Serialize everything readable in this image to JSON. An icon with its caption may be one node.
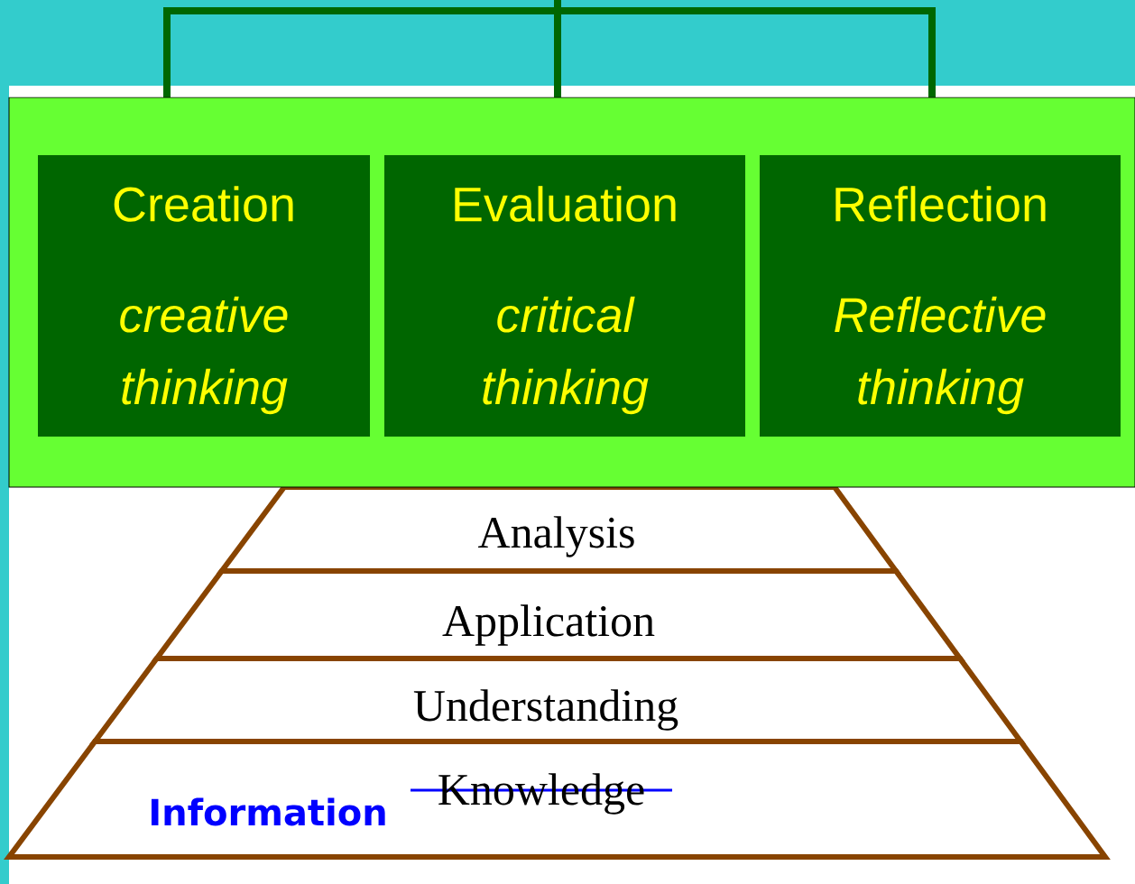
{
  "diagram": {
    "nodes": [
      {
        "text": [],
        "shape": "box"
      },
      {
        "text": [
          "Creation",
          "creative thinking"
        ],
        "in": 0
      },
      {
        "text": [
          "Evaluation",
          "critical thinking"
        ],
        "in": 0
      },
      {
        "text": [
          "Reflection",
          "Reflective thinking"
        ],
        "in": 0
      },
      {
        "text": [
          "Analysis"
        ]
      },
      {
        "text": [
          "Application"
        ]
      },
      {
        "text": [
          "Understanding"
        ]
      },
      {
        "text": [
          "Information",
          "Knowledge"
        ]
      }
    ]
  }
}
